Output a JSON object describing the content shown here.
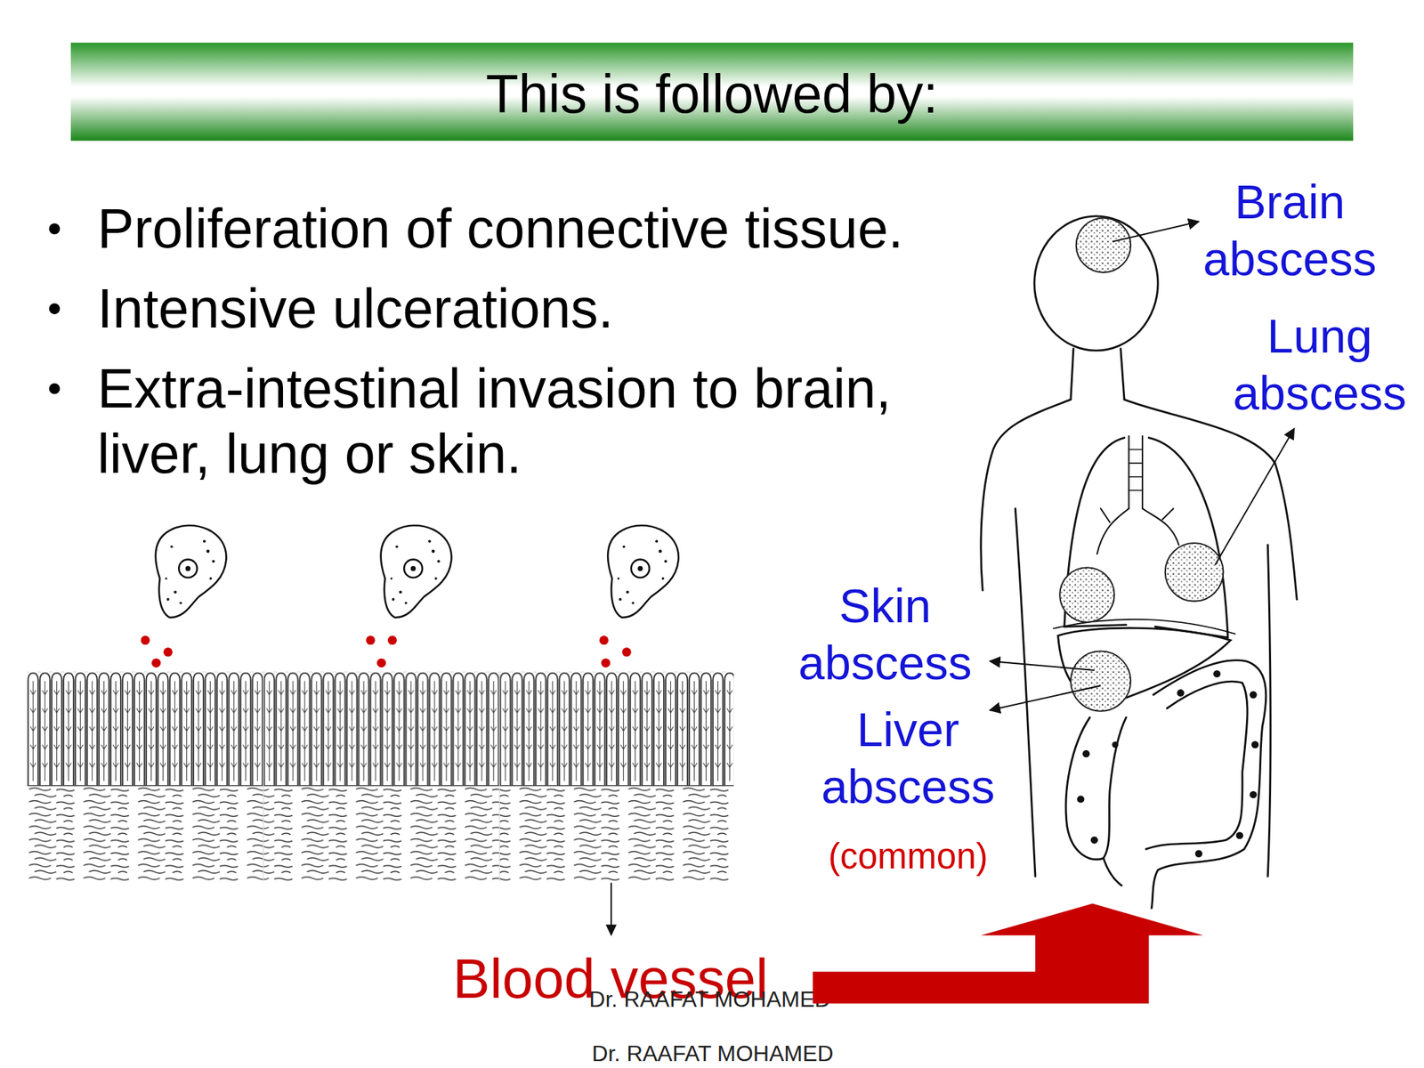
{
  "diagram": {
    "title": "This is followed by:",
    "labels": [
      "Proliferation of connective tissue.",
      "Intensive ulcerations.",
      "Extra-intestinal invasion to brain, liver, lung or skin.",
      "Brain abscess",
      "Lung abscess",
      "Skin abscess",
      "Liver abscess",
      "(common)",
      "Blood vessel",
      "Dr. RAAFAT MOHAMED",
      "Dr. RAAFAT MOHAMED"
    ]
  }
}
